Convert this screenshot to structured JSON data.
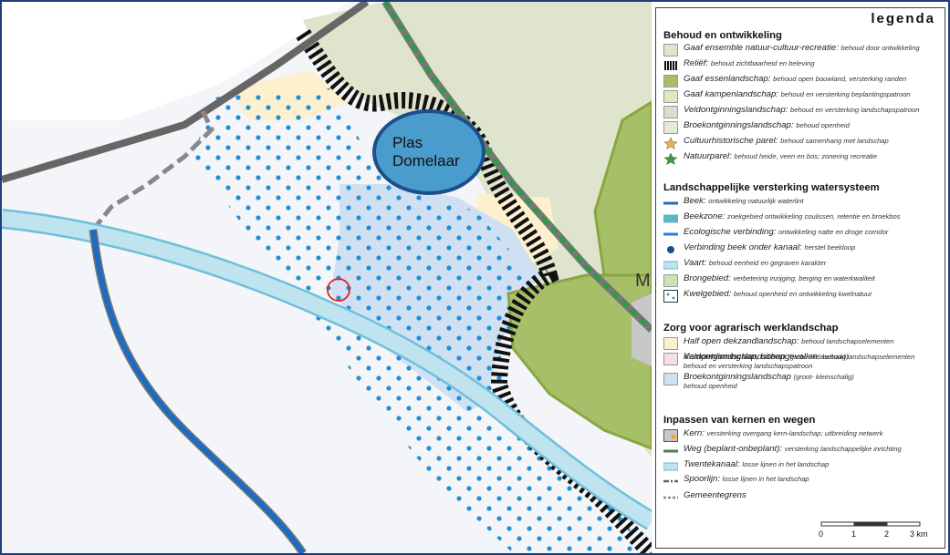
{
  "map": {
    "place_label_line1": "Plas",
    "place_label_line2": "Domelaar",
    "edge_label": "M"
  },
  "legend": {
    "title": "legenda",
    "sections": [
      {
        "heading": "Behoud en ontwikkeling",
        "items": [
          {
            "name": "Gaaf ensemble natuur-cultuur-recreatie:",
            "desc": "behoud door ontwikkeling",
            "symbol": "fill",
            "color": "#d8e8c8"
          },
          {
            "name": "Reliëf:",
            "desc": "behoud zichtbaarheid en beleving",
            "symbol": "hatch",
            "color": "#111111"
          },
          {
            "name": "Gaaf essenlandschap:",
            "desc": "behoud open bouwland, versterking randen",
            "symbol": "fill",
            "color": "#a8bf6a"
          },
          {
            "name": "Gaaf kampenlandschap:",
            "desc": "behoud en versterking beplantingspatroon",
            "symbol": "fill",
            "color": "#dde8bd"
          },
          {
            "name": "Veldontginningslandschap:",
            "desc": "behoud en versterking landschapspatroon",
            "symbol": "fill",
            "color": "#dedcd0"
          },
          {
            "name": "Broekontginningslandschap:",
            "desc": "behoud openheid",
            "symbol": "fill",
            "color": "#e3edd6"
          },
          {
            "name": "Cultuurhistorische parel:",
            "desc": "behoud samenhang met landschap",
            "symbol": "star",
            "color": "#f0b050"
          },
          {
            "name": "Natuurparel:",
            "desc": "behoud heide, veen en bos; zonering recreatie",
            "symbol": "star",
            "color": "#3a9a3a"
          }
        ]
      },
      {
        "heading": "Landschappelijke versterking watersysteem",
        "items": [
          {
            "name": "Beek:",
            "desc": "ontwikkeling natuurlijk waterlint",
            "symbol": "line",
            "color": "#1f6bc0"
          },
          {
            "name": "Beekzone:",
            "desc": "zoekgebied ontwikkeling coulissen, retentie en broekbos",
            "symbol": "band",
            "color": "#5bb7c8"
          },
          {
            "name": "Ecologische verbinding:",
            "desc": "ontwikkeling natte en droge corridor",
            "symbol": "line",
            "color": "#2a7fd0"
          },
          {
            "name": "Verbinding beek onder kanaal:",
            "desc": "herstel beekloop",
            "symbol": "dot",
            "color": "#1d4f8a"
          },
          {
            "name": "Vaart:",
            "desc": "behoud eenheid en gegraven karakter",
            "symbol": "band",
            "color": "#bfe3ef"
          },
          {
            "name": "Brongebied:",
            "desc": "verbetering inzijging, berging en waterkwaliteit",
            "symbol": "fill",
            "color": "#c9e3b6"
          },
          {
            "name": "Kwelgebied:",
            "desc": "behoud openheid en ontwikkeling kwelnatuur",
            "symbol": "dots",
            "color": "#1f8fd8"
          }
        ]
      },
      {
        "heading": "Zorg voor agrarisch werklandschap",
        "items": [
          {
            "name": "Half open dekzandlandschap:",
            "desc": "behoud landschapselementen",
            "symbol": "fill",
            "color": "#fdf0cf"
          },
          {
            "name": "Kampenlandschap, uiteengevallen:",
            "desc": "behoud landschapselementen",
            "symbol": "fill",
            "color": "#fce5b8"
          },
          {
            "name": "Veldontginningslandschap",
            "desc": "(groot- kleinschalig)",
            "sub": "behoud en versterking landschapspatroon",
            "symbol": "fill",
            "color": "#f7dde8"
          },
          {
            "name": "Broekontginningslandschap",
            "desc": "(groot- kleinschalig)",
            "sub": "behoud openheid",
            "symbol": "fill",
            "color": "#cfe0f3"
          }
        ]
      },
      {
        "heading": "Inpassen van kernen en wegen",
        "items": [
          {
            "name": "Kern:",
            "desc": "versterking overgang kern-landschap; uitbreiding netwerk",
            "symbol": "kern",
            "color": "#c8c8c8"
          },
          {
            "name": "Weg (beplant-onbeplant):",
            "desc": "versterking landschappelijke inrichting",
            "symbol": "road",
            "color": "#2e9a46"
          },
          {
            "name": "Twentekanaal:",
            "desc": "losse lijnen in het landschap",
            "symbol": "band",
            "color": "#bfe3ef"
          },
          {
            "name": "Spoorlijn:",
            "desc": "losse lijnen in het landschap",
            "symbol": "rail",
            "color": "#666666"
          },
          {
            "name": "Gemeentegrens",
            "desc": "",
            "symbol": "border",
            "color": "#888888"
          }
        ]
      }
    ],
    "scalebar": {
      "labels": [
        "0",
        "1",
        "2",
        "3 km"
      ]
    }
  }
}
